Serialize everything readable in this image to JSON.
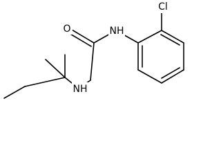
{
  "molecule": {
    "atoms": {
      "oxygen": "O",
      "amide_nitrogen": "NH",
      "amine_nitrogen": "NH",
      "chlorine": "Cl"
    }
  }
}
